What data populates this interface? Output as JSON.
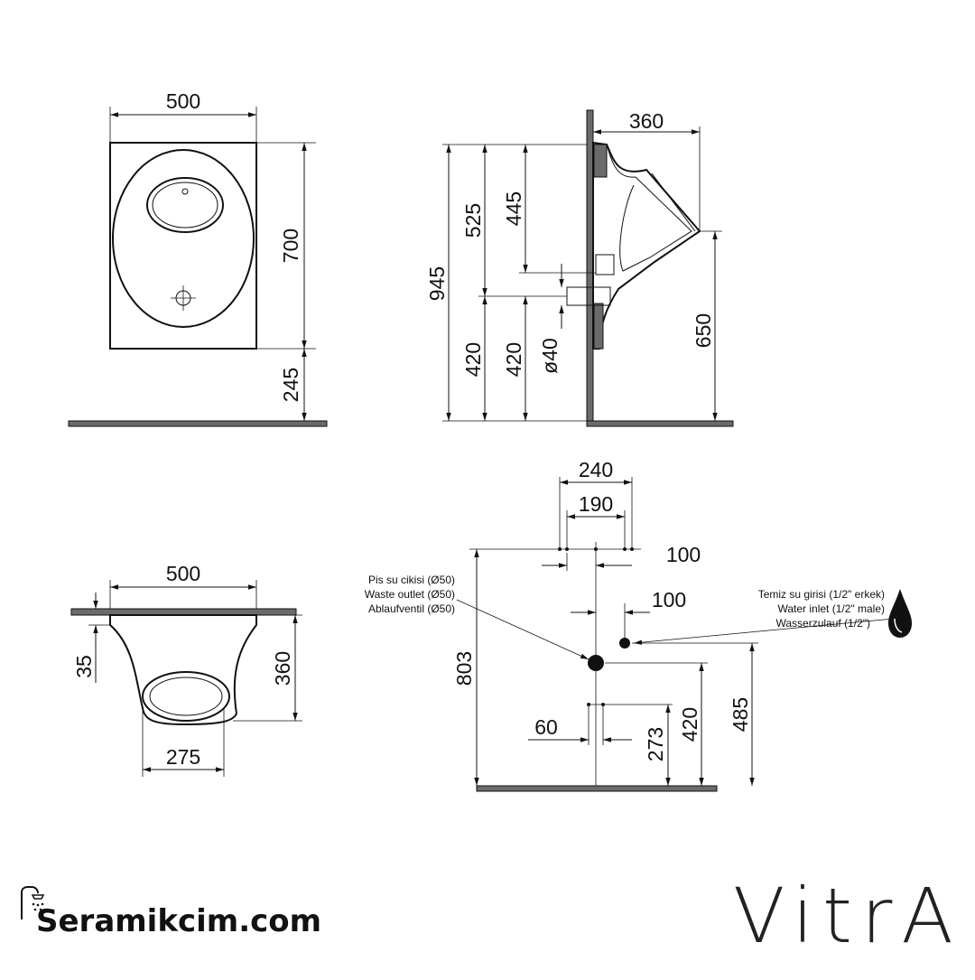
{
  "front_view": {
    "width": "500",
    "height": "700",
    "floor_to_bottom": "245"
  },
  "side_view": {
    "depth": "360",
    "overall": "945",
    "a525": "525",
    "a445": "445",
    "a420_left": "420",
    "a420_right": "420",
    "outlet_dia": "ø40",
    "rim_height": "650"
  },
  "top_view": {
    "width": "500",
    "wall": "35",
    "depth": "360",
    "bowl": "275"
  },
  "connections": {
    "d240": "240",
    "d190": "190",
    "d100_top": "100",
    "d100_mid": "100",
    "h803": "803",
    "d60": "60",
    "h273": "273",
    "h420": "420",
    "h485": "485",
    "waste_outlet_labels": [
      "Pis su cikisi (Ø50)",
      "Waste outlet (Ø50)",
      "Ablaufventil (Ø50)"
    ],
    "water_inlet_labels": [
      "Temiz su girisi (1/2\" erkek)",
      "Water inlet (1/2\" male)",
      "Wasserzulauf (1/2\")"
    ]
  },
  "footer": {
    "site": "Seramikcim.com",
    "brand": "VitrA"
  },
  "icons": [
    "shower-icon",
    "water-drop-icon"
  ]
}
